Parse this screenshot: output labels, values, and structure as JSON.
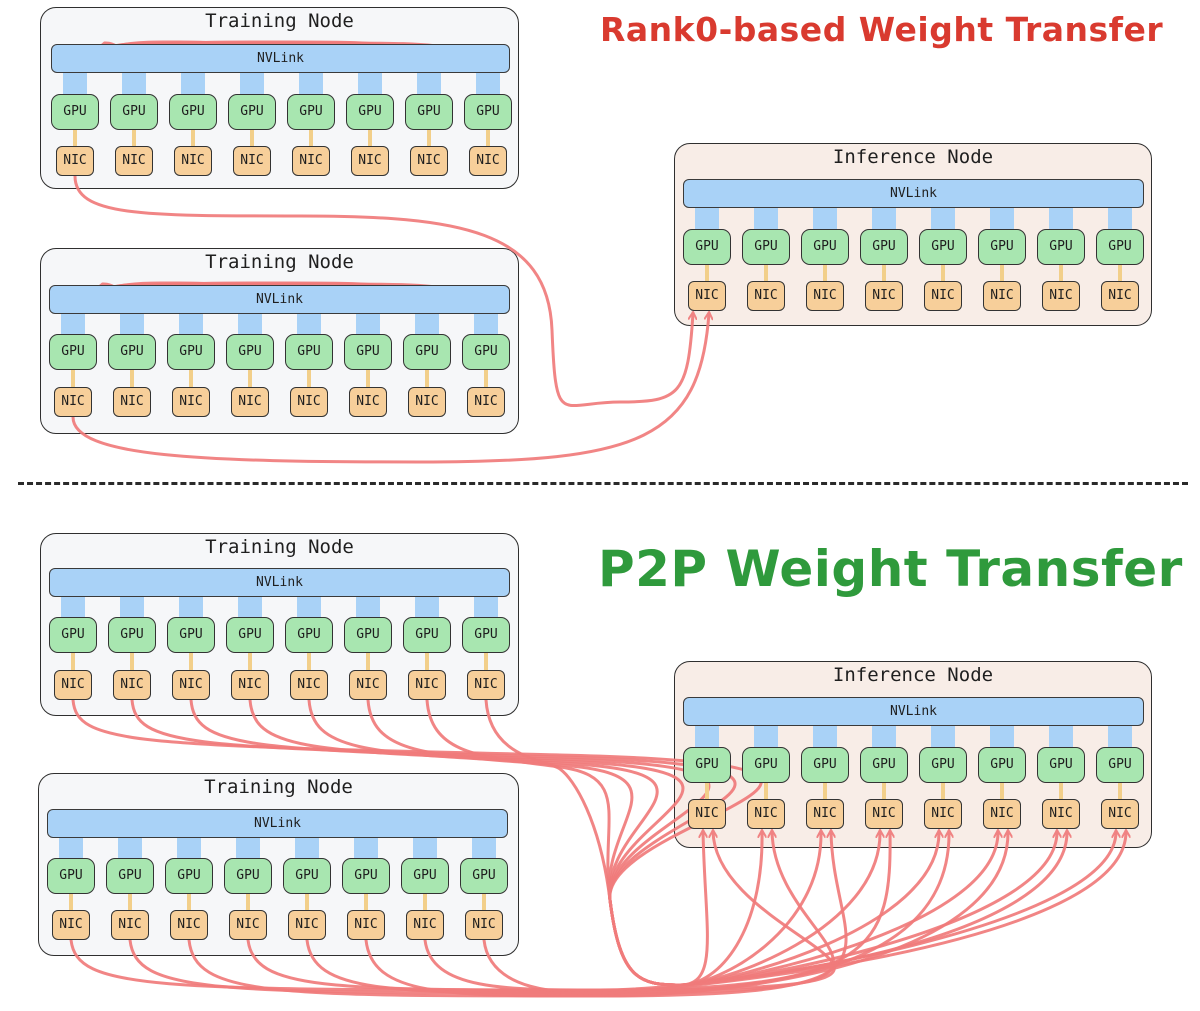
{
  "labels": {
    "training_node": "Training Node",
    "inference_node": "Inference Node",
    "nvlink": "NVLink",
    "gpu": "GPU",
    "nic": "NIC"
  },
  "sections": {
    "rank0": {
      "heading": "Rank0-based Weight Transfer",
      "heading_color": "#d93a2f"
    },
    "p2p": {
      "heading": "P2P Weight Transfer",
      "heading_color": "#2f9a3c"
    }
  },
  "colors": {
    "gpu_fill": "#a8e6b0",
    "nic_fill": "#f7cf9a",
    "nvlink_fill": "#a9d2f7",
    "training_fill": "#f6f7f9",
    "inference_fill": "#f8ede7",
    "arrow": "#f07b7b"
  },
  "gpus_per_node": 8
}
